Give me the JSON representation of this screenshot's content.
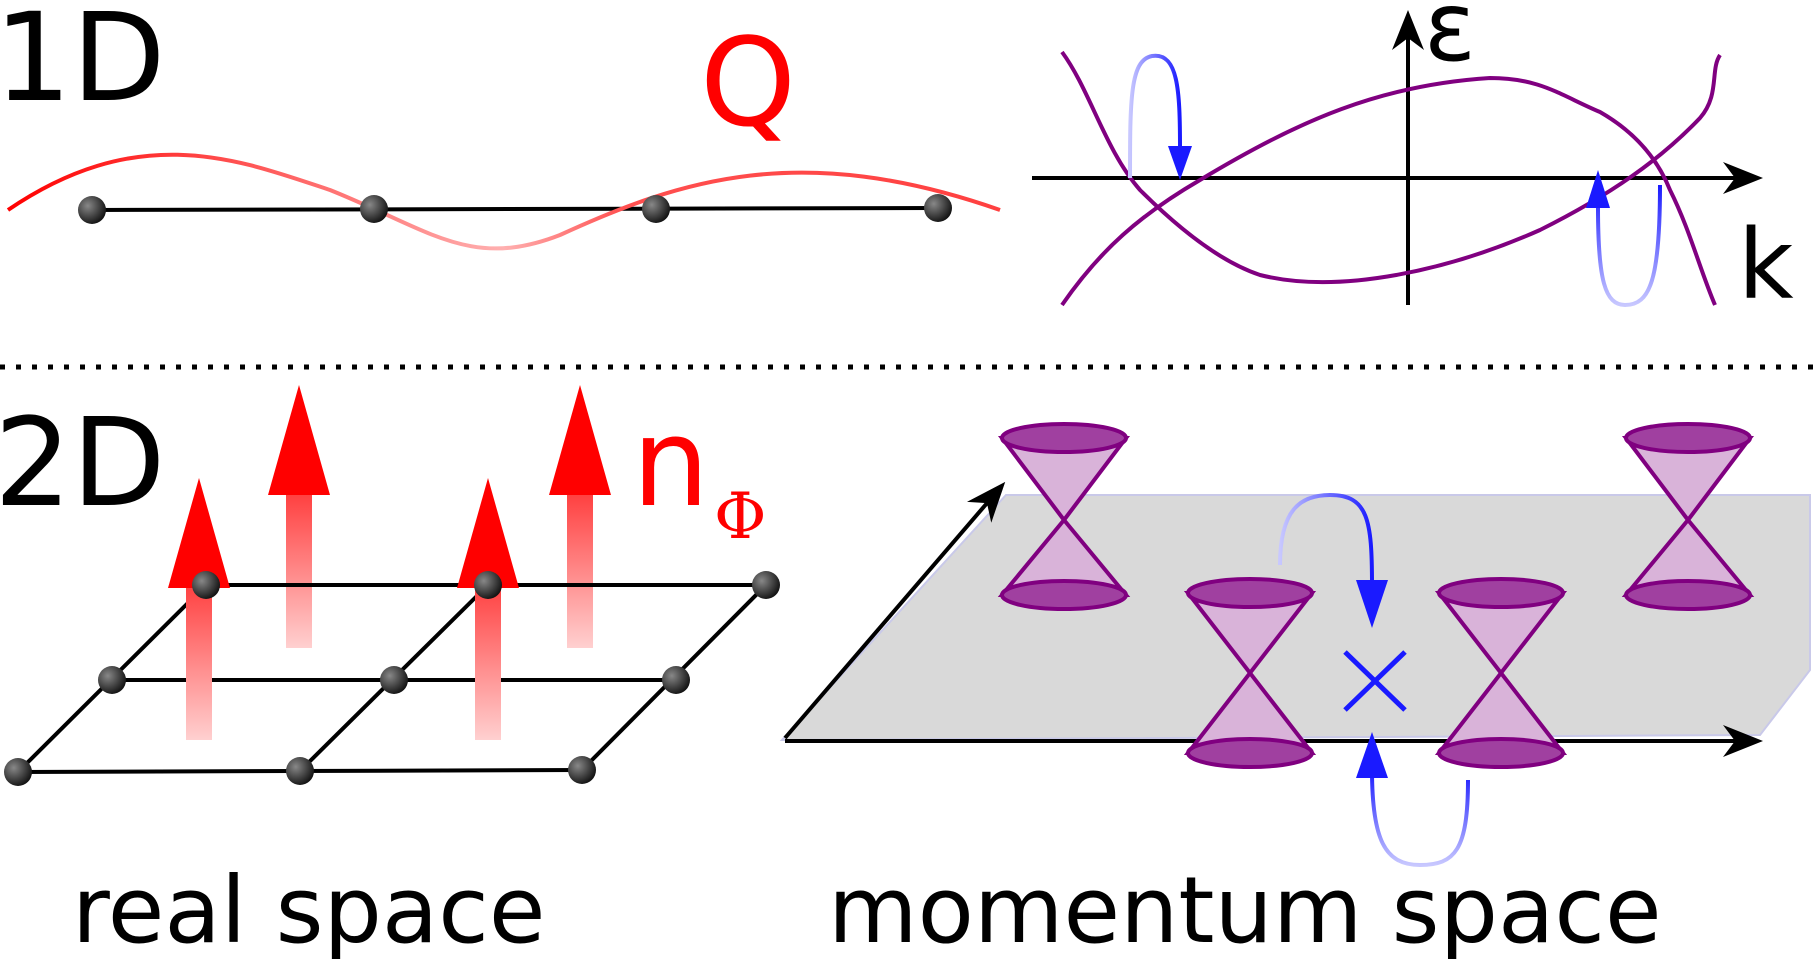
{
  "labels": {
    "row_1d": "1D",
    "row_2d": "2D",
    "wavevector": "Q",
    "energy_axis": "ε",
    "momentum_axis": "k",
    "flux_main": "n",
    "flux_sub": "Φ",
    "real_space": "real space",
    "momentum_space": "momentum space",
    "node_marker": "×"
  },
  "colors": {
    "lattice": "#000000",
    "site": "#333333",
    "modulation": "#ff0000",
    "flux_arrow": "#ff0000",
    "band": "#800080",
    "cone_fill": "#d9b3d9",
    "cone_cap": "#a040a0",
    "scattering_arrow": "#1a1aff",
    "plane": "#d9d9d9"
  }
}
